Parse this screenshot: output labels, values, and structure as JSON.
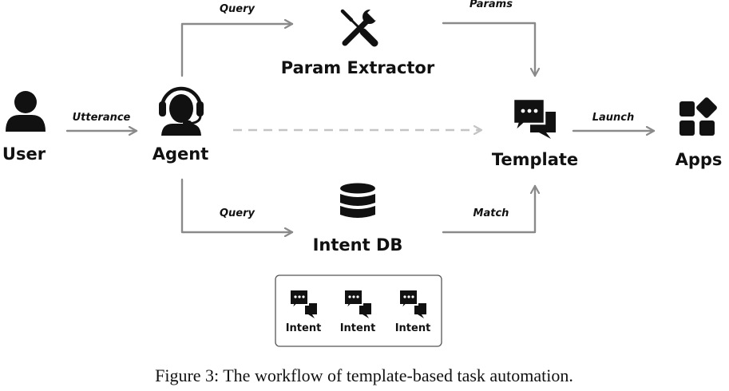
{
  "nodes": {
    "user": "User",
    "agent": "Agent",
    "param_extractor": "Param Extractor",
    "intent_db": "Intent DB",
    "template": "Template",
    "apps": "Apps"
  },
  "edges": {
    "utterance": "Utterance",
    "query_top": "Query",
    "params": "Params",
    "query_bottom": "Query",
    "match": "Match",
    "launch": "Launch"
  },
  "intents": [
    "Intent",
    "Intent",
    "Intent"
  ],
  "caption": "Figure 3: The workflow of template-based task automation.",
  "icons": {
    "user": "person-icon",
    "agent": "headset-agent-icon",
    "param_extractor": "wrench-screwdriver-icon",
    "intent_db": "database-icon",
    "template": "chat-bubbles-icon",
    "apps": "apps-grid-icon",
    "intent": "chat-bubbles-icon"
  }
}
